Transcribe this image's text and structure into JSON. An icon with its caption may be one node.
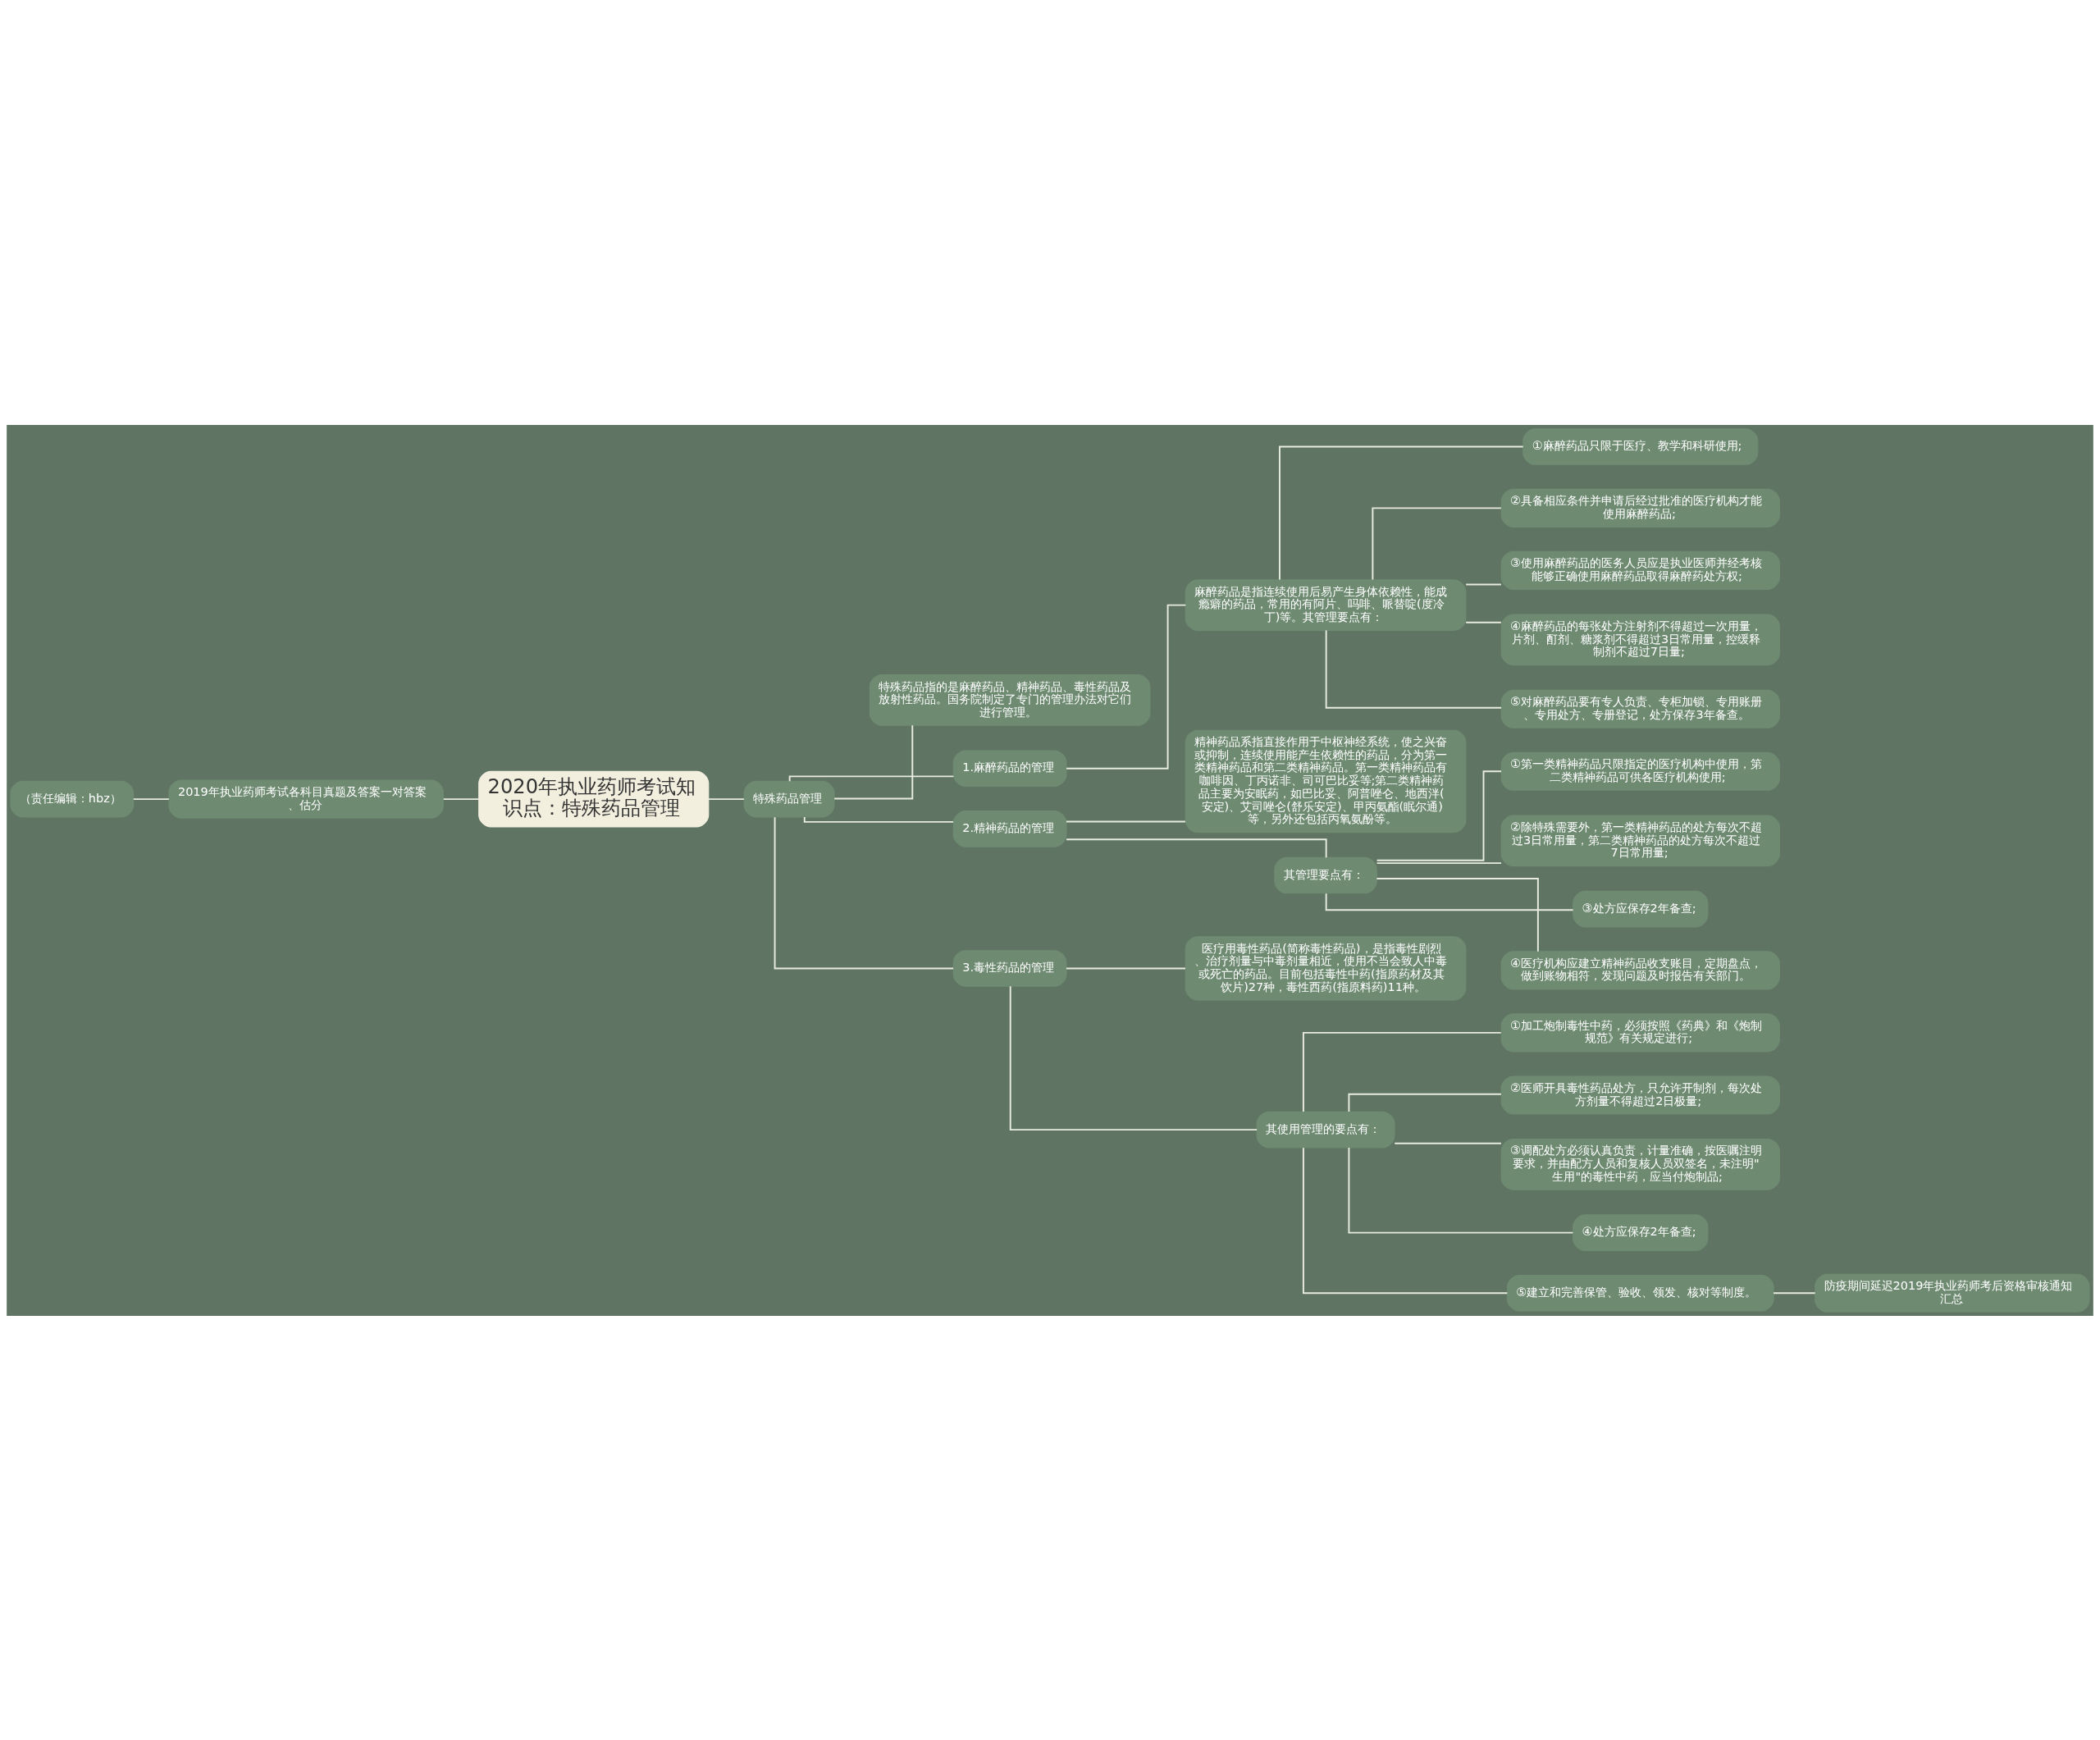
{
  "diagram": {
    "nodes": [
      {
        "text": [
          "2020年执业药师考试知识点：特殊药品管理"
        ]
      },
      {
        "text": [
          "2019年执业药师考试各科目真题及答案一对答案、估分"
        ]
      },
      {
        "text": [
          "（责任编辑：hbz）"
        ]
      },
      {
        "text": [
          "特殊药品管理"
        ]
      },
      {
        "text": [
          "特殊药品指的是麻醉药品、精神药品、毒性药品及放射性药品。国务院制定了专门的管理办法对它们进行管理。"
        ]
      },
      {
        "text": [
          "1.麻醉药品的管理"
        ]
      },
      {
        "text": [
          "麻醉药品是指连续使用后易产生身体依赖性，能成瘾癖的药品，常用的有阿片、吗啡、哌替啶(度冷丁)等。其管理要点有："
        ]
      },
      {
        "text": [
          "①麻醉药品只限于医疗、教学和科研使用;"
        ]
      },
      {
        "text": [
          "②具备相应条件并申请后经过批准的医疗机构才能使用麻醉药品;"
        ]
      },
      {
        "text": [
          "③使用麻醉药品的医务人员应是执业医师并经考核能够正确使用麻醉药品取得麻醉药处方权;"
        ]
      },
      {
        "text": [
          "④麻醉药品的每张处方注射剂不得超过一次用量，片剂、酊剂、糖浆剂不得超过3日常用量，控缓释制剂不超过7日量;"
        ]
      },
      {
        "text": [
          "⑤对麻醉药品要有专人负责、专柜加锁、专用账册、专用处方、专册登记，处方保存3年备查。"
        ]
      },
      {
        "text": [
          "2.精神药品的管理"
        ]
      },
      {
        "text": [
          "精神药品系指直接作用于中枢神经系统，使之兴奋或抑制，连续使用能产生依赖性的药品，分为第一类精神药品和第二类精神药品。第一类精神药品有咖啡因、丁丙诺非、司可巴比妥等;第二类精神药品主要为安眠药，如巴比妥、阿普唑仑、地西泮(安定)、艾司唑仑(舒乐安定)、甲丙氨酯(眠尔通)等，另外还包括丙氧氨酚等。"
        ]
      },
      {
        "text": [
          "其管理要点有："
        ]
      },
      {
        "text": [
          "①第一类精神药品只限指定的医疗机构中使用，第二类精神药品可供各医疗机构使用;"
        ]
      },
      {
        "text": [
          "②除特殊需要外，第一类精神药品的处方每次不超过3日常用量，第二类精神药品的处方每次不超过7日常用量;"
        ]
      },
      {
        "text": [
          "③处方应保存2年备查;"
        ]
      },
      {
        "text": [
          "④医疗机构应建立精神药品收支账目，定期盘点，做到账物相符，发现问题及时报告有关部门。"
        ]
      },
      {
        "text": [
          "3.毒性药品的管理"
        ]
      },
      {
        "text": [
          "医疗用毒性药品(简称毒性药品)，是指毒性剧烈、治疗剂量与中毒剂量相近，使用不当会致人中毒或死亡的药品。目前包括毒性中药(指原药材及其饮片)27种，毒性西药(指原料药)11种。"
        ]
      },
      {
        "text": [
          "其使用管理的要点有："
        ]
      },
      {
        "text": [
          "①加工炮制毒性中药，必须按照《药典》和《炮制规范》有关规定进行;"
        ]
      },
      {
        "text": [
          "②医师开具毒性药品处方，只允许开制剂，每次处方剂量不得超过2日极量;"
        ]
      },
      {
        "text": [
          "③调配处方必须认真负责，计量准确，按医嘱注明要求，并由配方人员和复核人员双签名，未注明\"生用\"的毒性中药，应当付炮制品;"
        ]
      },
      {
        "text": [
          "④处方应保存2年备查;"
        ]
      },
      {
        "text": [
          "⑤建立和完善保管、验收、领发、核对等制度。"
        ]
      },
      {
        "text": [
          "防疫期间延迟2019年执业药师考后资格审核通知汇总"
        ]
      }
    ],
    "edges": [
      {
        "from": 2,
        "to": 1,
        "arrow": "none"
      },
      {
        "from": 1,
        "to": 0,
        "arrow": "none"
      },
      {
        "from": 0,
        "to": 3,
        "arrow": "none"
      },
      {
        "from": 3,
        "to": 4,
        "arrow": "none"
      },
      {
        "from": 3,
        "to": 5,
        "arrow": "none"
      },
      {
        "from": 5,
        "to": 6,
        "arrow": "none"
      },
      {
        "from": 6,
        "to": 7,
        "arrow": "none"
      },
      {
        "from": 6,
        "to": 8,
        "arrow": "none"
      },
      {
        "from": 6,
        "to": 9,
        "arrow": "none"
      },
      {
        "from": 6,
        "to": 10,
        "arrow": "none"
      },
      {
        "from": 6,
        "to": 11,
        "arrow": "none"
      },
      {
        "from": 3,
        "to": 12,
        "arrow": "none"
      },
      {
        "from": 12,
        "to": 13,
        "arrow": "none"
      },
      {
        "from": 12,
        "to": 14,
        "arrow": "none"
      },
      {
        "from": 14,
        "to": 15,
        "arrow": "none"
      },
      {
        "from": 14,
        "to": 16,
        "arrow": "none"
      },
      {
        "from": 14,
        "to": 17,
        "arrow": "none"
      },
      {
        "from": 14,
        "to": 18,
        "arrow": "none"
      },
      {
        "from": 3,
        "to": 19,
        "arrow": "none"
      },
      {
        "from": 19,
        "to": 20,
        "arrow": "none"
      },
      {
        "from": 19,
        "to": 21,
        "arrow": "none"
      },
      {
        "from": 21,
        "to": 22,
        "arrow": "none"
      },
      {
        "from": 21,
        "to": 23,
        "arrow": "none"
      },
      {
        "from": 21,
        "to": 24,
        "arrow": "none"
      },
      {
        "from": 21,
        "to": 25,
        "arrow": "none"
      },
      {
        "from": 21,
        "to": 26,
        "arrow": "none"
      },
      {
        "from": 26,
        "to": 27,
        "arrow": "none"
      }
    ]
  }
}
